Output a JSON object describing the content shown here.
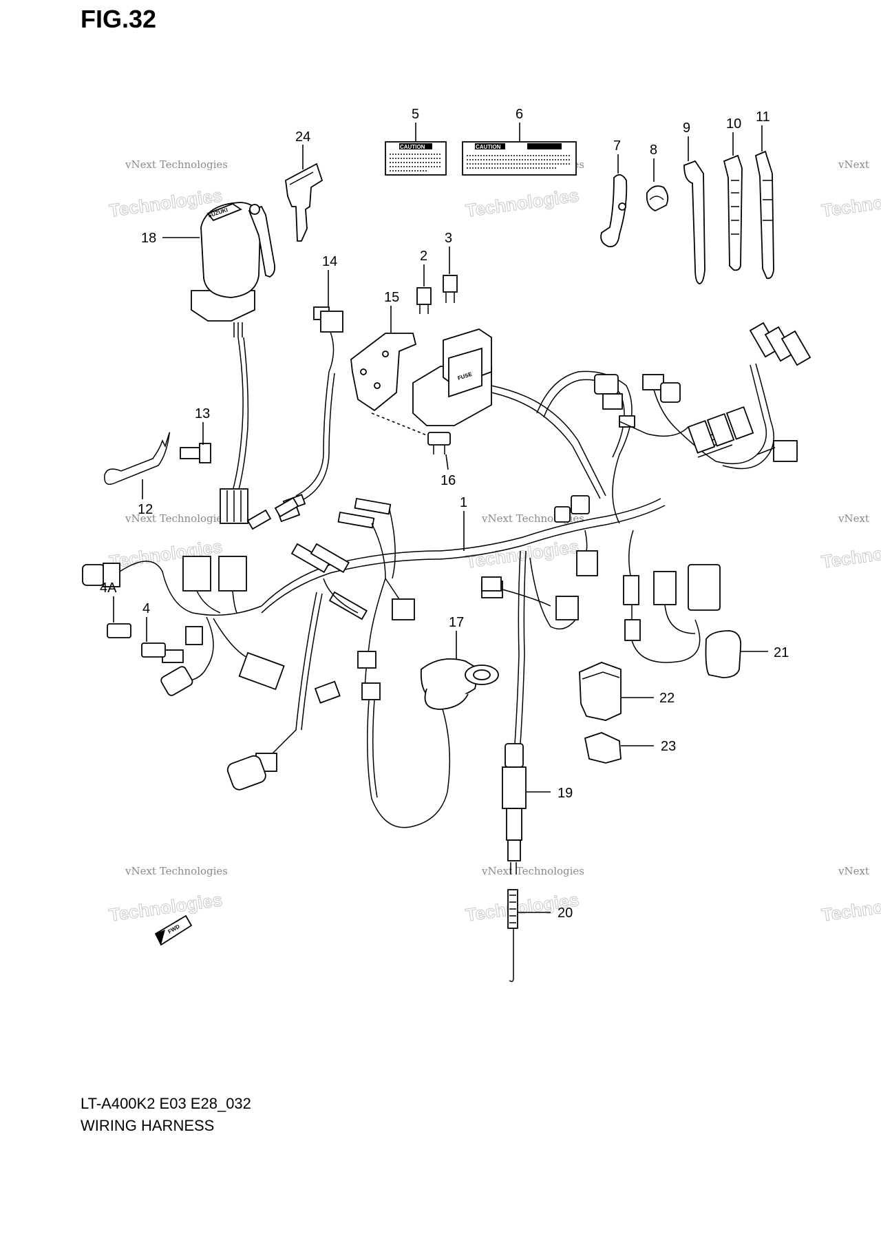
{
  "figure": {
    "title": "FIG.32",
    "model_code": "LT-A400K2 E03 E28_032",
    "caption": "WIRING HARNESS"
  },
  "watermark": {
    "line1": "vNext Technologies",
    "line2": "Technologies",
    "line3": "vNext"
  },
  "labels": {
    "caution": "CAUTION",
    "fuse": "FUSE",
    "fwd": "FWD",
    "brand": "SUZUKI"
  },
  "callouts": {
    "p1": "1",
    "p2": "2",
    "p3": "3",
    "p4": "4",
    "p4a": "4A",
    "p5": "5",
    "p6": "6",
    "p7": "7",
    "p8": "8",
    "p9": "9",
    "p10": "10",
    "p11": "11",
    "p12": "12",
    "p13": "13",
    "p14": "14",
    "p15": "15",
    "p16": "16",
    "p17": "17",
    "p18": "18",
    "p19": "19",
    "p20": "20",
    "p21": "21",
    "p22": "22",
    "p23": "23",
    "p24": "24"
  }
}
